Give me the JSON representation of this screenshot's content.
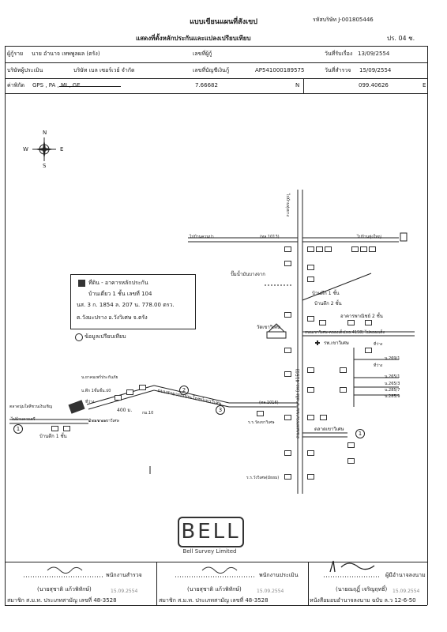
{
  "header": {
    "form_title": "แบบเขียนแผนที่สังเขป",
    "company_ref": "รหัสบริษัท J-001805446",
    "subtitle": "แสดงที่ตั้งหลักประกันและแปลงเปรียบเทียบ",
    "page_no": "ปร. 04 ช."
  },
  "info": {
    "borrower_label": "ผู้กู้ราย",
    "borrower_value": "นาย อำนาจ เทพพูลผล (ตรัง)",
    "borrower_no_label": "เลขที่ผู้กู้",
    "received_label": "วันที่รับเรื่อง",
    "received_value": "13/09/2554",
    "appraiser_label": "บริษัทผู้ประเมิน",
    "appraiser_value": "บริษัท เบล เซอร์เวย์ จำกัด",
    "account_label": "เลขที่บัญชีเงินกู้",
    "account_value": "AP541000189575",
    "survey_label": "วันที่สำรวจ",
    "survey_value": "15/09/2554",
    "coord_label": "ค่าพิกัด",
    "coord_types": "GPS , PA , MI , GE",
    "lat_value": "7.66682",
    "lat_dir": "N",
    "lon_value": "099.40626",
    "lon_dir": "E"
  },
  "compass": {
    "n": "N",
    "s": "S",
    "e": "E",
    "w": "W"
  },
  "legend": {
    "line1": "ที่ดิน - อาคารหลักประกัน",
    "line2": "บ้านเดี่ยว 1 ชั้น  เลขที่ 104",
    "line3": "นส. 3 ก. 1854  ล. 207 น. 778.00 ตรว.",
    "line4": "ต.วังมะปราง อ.วังวิเศษ จ.ตรัง",
    "line5": "ข้อมูลเปรียบเทียบ"
  },
  "map_labels": {
    "north_road": "ไปบ้านทุ่งยาง",
    "road_1013": "(ทล.1013)",
    "to_left_1013": "ไปบ้านควนปา",
    "to_right_1013": "ไปบ้านทุ่งใหญ่",
    "rubber": "ปั๊มน้ำมันบางจาก",
    "house1a": "บ้านตึก 1 ชั้น",
    "house2a": "บ้านตึก 2 ชั้น",
    "commercial": "อาคารพาณิชย์ 2 ชั้น",
    "temple": "วัดเขาวิเศษ",
    "road_4158": "ถนนเขาวิเศษ-คลองเต็ง(ทล.4158) ไปคลองเต็ง",
    "hospital": "รพ.เขาวิเศษ",
    "vacant1": "ที่ว่าง",
    "vacant2": "ที่ว่าง",
    "main_road": "ถนนเพชรเกษม-บางงัง (ทล.4159)",
    "side_road": "ถนนสาธารณประโยชน์เขาวิเศษ",
    "road_1016": "(ทล.1016)",
    "lot1": "น.269/1",
    "lot2": "น.265/1",
    "lot3": "น.265/3",
    "lot4": "น.285/7",
    "lot5": "น.285/9",
    "shop": "น.ยาคมเพร์ประกันภัย",
    "houseb": "บ.ตึก 1ชั้นชั้น.ป0",
    "market_left": "ตลาดนุ่มใสสีชวนเงินเชิญ",
    "vacant3": "ที่ว่าง",
    "to_left_main": "ไปบ้านควนตรี",
    "sign_left": "ป้ายเขาอเขาวีเศษ",
    "distance": "400 ม.",
    "km": "กม.10",
    "house1b": "บ้านตึก 1 ชั้น",
    "school1": "ร.ร.วัดเขาวิเศษ",
    "market": "ตลาดเขาวิเศษ",
    "school2": "ร.ร.วังวิเศษ(มัธยม)",
    "mark1": "1",
    "mark2": "2",
    "mark3": "3"
  },
  "bell": {
    "logo": "BELL",
    "sub": "Bell Survey Limited"
  },
  "footer": {
    "col1_role": "พนักงานสำรวจ",
    "col1_name": "(นายสุชาติ แก้วพิทักษ์)",
    "col1_cert": "สมาชิก ส.ม.ท. ประเภทสามัญ เลขที่ 48-3528",
    "col1_date": "15.09.2554",
    "col2_role": "พนักงานประเมิน",
    "col2_name": "(นายสุชาติ แก้วพิทักษ์)",
    "col2_cert": "สมาชิก ส.ม.ท. ประเภทสามัญ เลขที่ 48-3528",
    "col2_date": "15.09.2554",
    "col3_role": "ผู้มีอำนาจลงนาม",
    "col3_name": "(นายณฤฏิ์ เจริญฤทธิ์)",
    "col3_cert": "หนังสือมอบอำนาจลงนาม ฉบับ ล.ว 12-6-50",
    "col3_date": "15.09.2554"
  }
}
